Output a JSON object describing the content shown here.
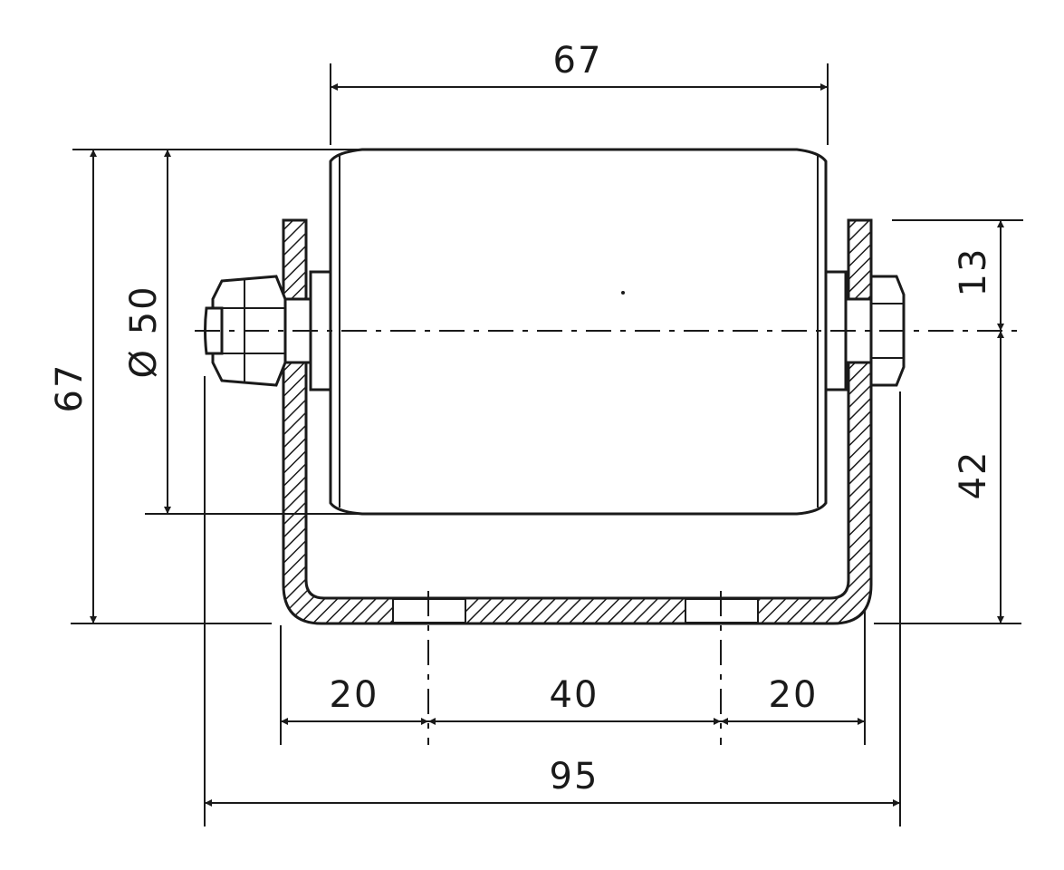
{
  "dimensions": {
    "top_width": "67",
    "overall_height": "67",
    "diameter": "Ø 50",
    "upper_offset": "13",
    "lower_height": "42",
    "left_span": "20",
    "middle_span": "40",
    "right_span": "20",
    "overall_width": "95"
  },
  "colors": {
    "ink": "#1a1a1a",
    "paper": "#ffffff"
  }
}
